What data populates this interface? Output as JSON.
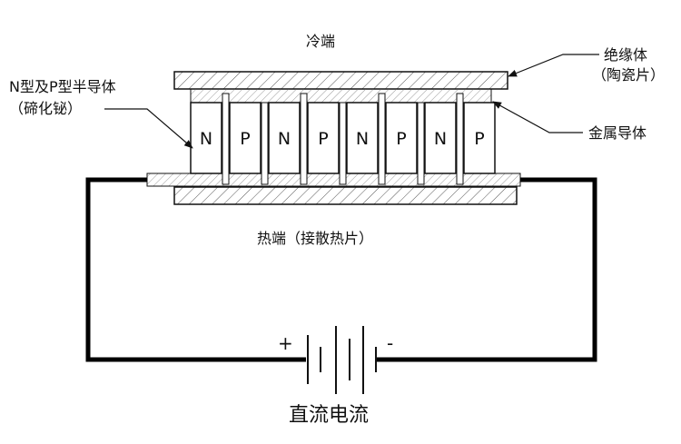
{
  "labels": {
    "cold_end": "冷端",
    "insulator_line1": "绝缘体",
    "insulator_line2": "（陶瓷片）",
    "semiconductor_line1": "N型及P型半导体",
    "semiconductor_line2": "（碲化铋）",
    "metal_conductor": "金属导体",
    "hot_end": "热端（接散热片）",
    "dc_current": "直流电流",
    "plus": "+",
    "minus": "-"
  },
  "pellets": [
    "N",
    "P",
    "N",
    "P",
    "N",
    "P",
    "N",
    "P"
  ],
  "colors": {
    "stroke": "#111111",
    "fill": "#ffffff",
    "hatch": "#555555",
    "metal_hatch": "#888888",
    "wire": "#000000"
  }
}
